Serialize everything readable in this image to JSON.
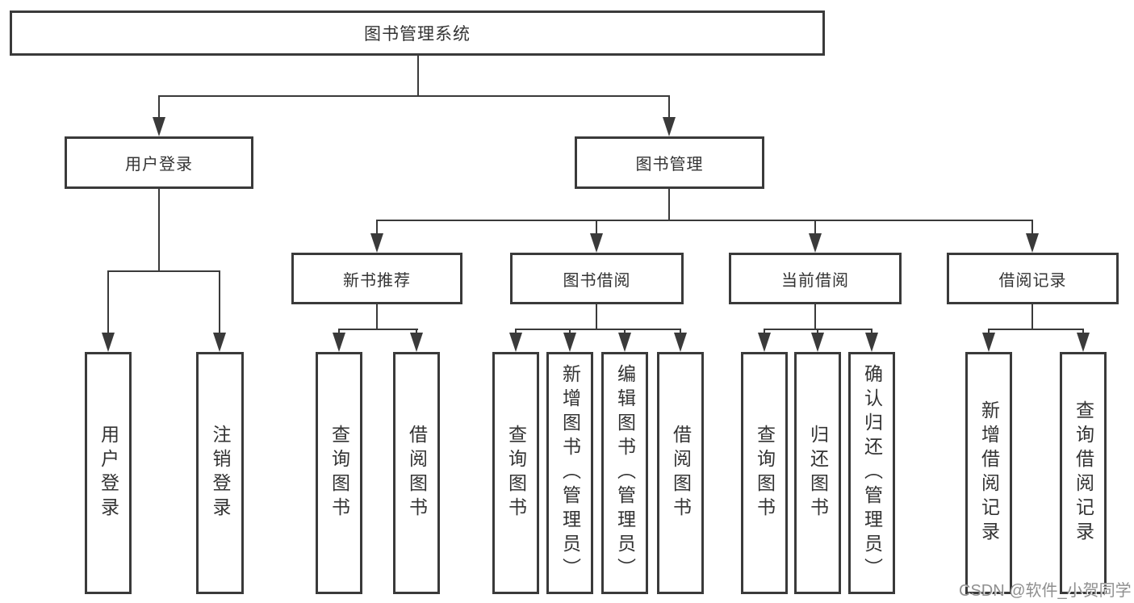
{
  "title": "图书管理系统",
  "watermark": "CSDN @软件_小贺同学",
  "colors": {
    "line": "#3a3a3a",
    "text": "#333333",
    "watermark": "#8f8f8f",
    "background": "#ffffff"
  },
  "tree": {
    "root": "图书管理系统",
    "branches": [
      {
        "label": "用户登录",
        "leaves": [
          "用户登录",
          "注销登录"
        ]
      },
      {
        "label": "图书管理",
        "sections": [
          {
            "label": "新书推荐",
            "leaves": [
              "查询图书",
              "借阅图书"
            ]
          },
          {
            "label": "图书借阅",
            "leaves": [
              "查询图书",
              "新增图书（管理员）",
              "编辑图书（管理员）",
              "借阅图书"
            ]
          },
          {
            "label": "当前借阅",
            "leaves": [
              "查询图书",
              "归还图书",
              "确认归还（管理员）"
            ]
          },
          {
            "label": "借阅记录",
            "leaves": [
              "新增借阅记录",
              "查询借阅记录"
            ]
          }
        ]
      }
    ]
  }
}
